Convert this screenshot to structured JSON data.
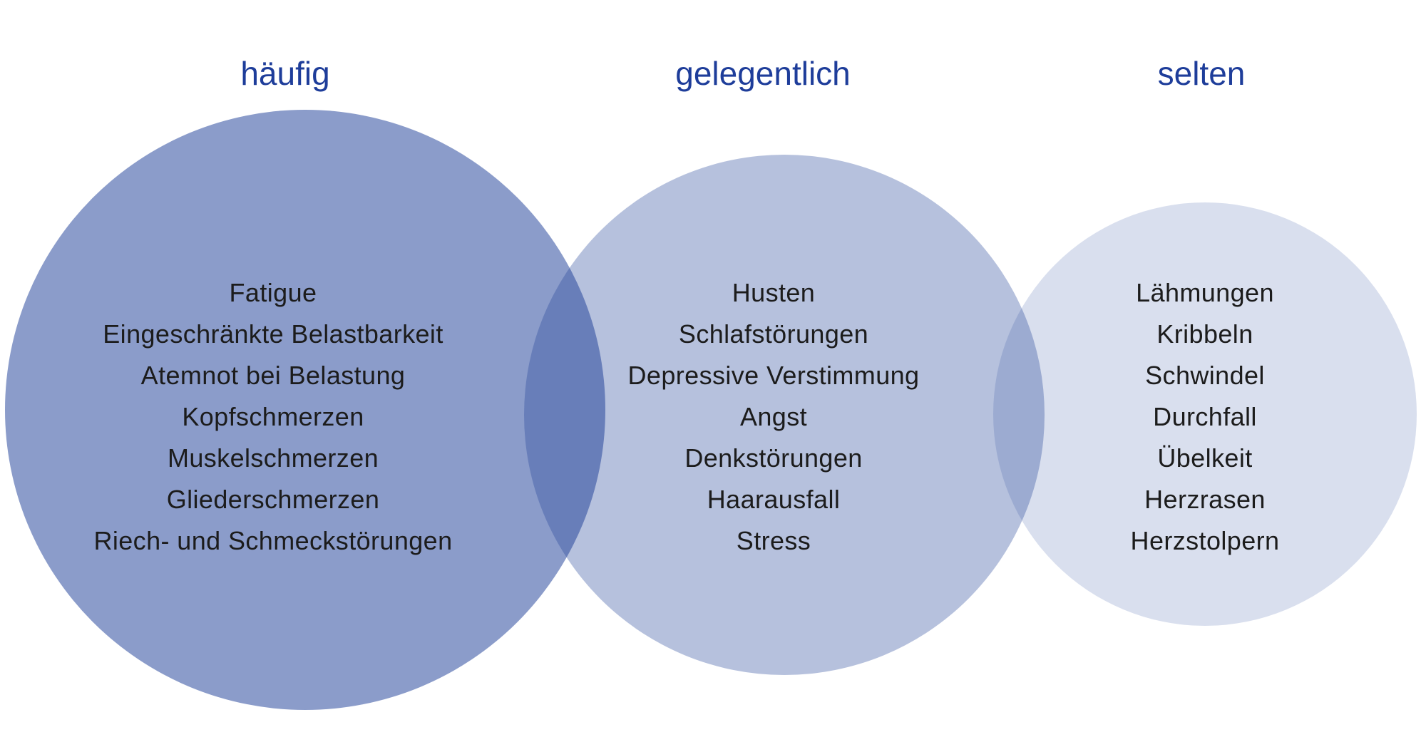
{
  "diagram": {
    "type": "frequency-venn",
    "language": "de",
    "title_color": "#1e3d9a",
    "base_circle_color": "#204299",
    "observed_fills": {
      "haeufig": "#8b9dca",
      "gelegentlich": "#b6c4e1",
      "selten": "#dae0ed",
      "overlap_haeufig_gelegentlich": "#6880bf",
      "overlap_gelegentlich_selten": "#9dacd2"
    },
    "text_color": "#1c1c1c"
  },
  "groups": [
    {
      "label": "häufig",
      "items": [
        "Fatigue",
        "Eingeschränkte Belastbarkeit",
        "Atemnot bei Belastung",
        "Kopfschmerzen",
        "Muskelschmerzen",
        "Gliederschmerzen",
        "Riech- und Schmeckstörungen"
      ]
    },
    {
      "label": "gelegentlich",
      "items": [
        "Husten",
        "Schlafstörungen",
        "Depressive Verstimmung",
        "Angst",
        "Denkstörungen",
        "Haarausfall",
        "Stress"
      ]
    },
    {
      "label": "selten",
      "items": [
        "Lähmungen",
        "Kribbeln",
        "Schwindel",
        "Durchfall",
        "Übelkeit",
        "Herzrasen",
        "Herzstolpern"
      ]
    }
  ]
}
